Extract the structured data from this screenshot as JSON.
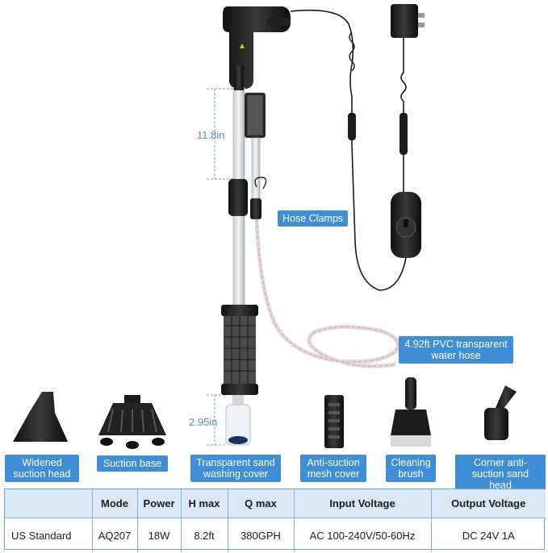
{
  "dimensions": {
    "upper": "11.8in",
    "lower": "2.95in"
  },
  "callouts": {
    "hose_clamps": "Hose Clamps",
    "pvc_hose_line1": "4.92ft PVC transparent",
    "pvc_hose_line2": "water hose"
  },
  "accessories": [
    {
      "line1": "Widened",
      "line2": "suction head"
    },
    {
      "line1": "Suction base",
      "line2": ""
    },
    {
      "line1": "Transparent sand",
      "line2": "washing cover"
    },
    {
      "line1": "Anti-suction",
      "line2": "mesh cover"
    },
    {
      "line1": "Cleaning",
      "line2": "brush"
    },
    {
      "line1": "Corner anti-",
      "line2": "suction sand head"
    }
  ],
  "spec_table": {
    "headers": [
      "",
      "Mode",
      "Power",
      "H max",
      "Q max",
      "Input Voltage",
      "Output Voltage"
    ],
    "rows": [
      [
        "US Standard",
        "AQ207",
        "18W",
        "8.2ft",
        "380GPH",
        "AC 100-240V/50-60Hz",
        "DC 24V 1A"
      ]
    ]
  },
  "colors": {
    "label_bg": "#3f8ed6",
    "table_header_bg": "#dbe9f7",
    "dimension_text": "#5d8fc4"
  }
}
